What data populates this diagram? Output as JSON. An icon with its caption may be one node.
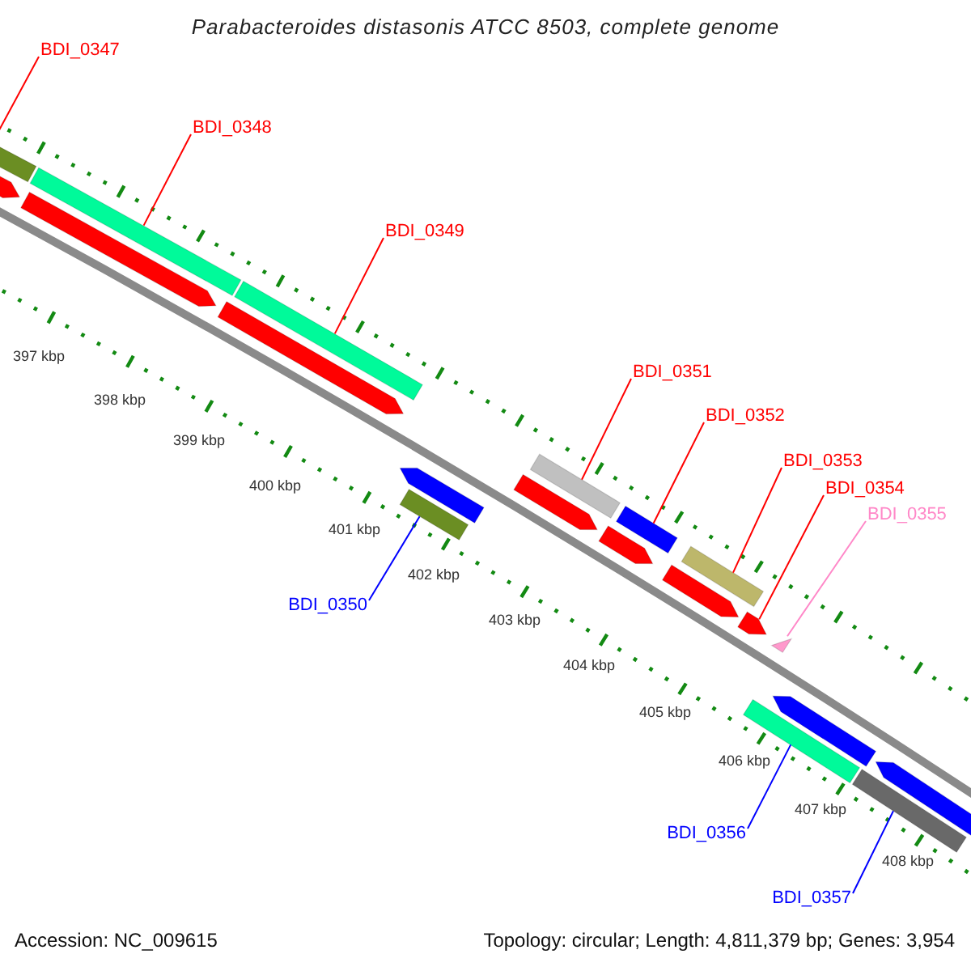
{
  "diagram": {
    "title": "Parabacteroides distasonis ATCC 8503, complete genome",
    "nodes": [
      {
        "text": [
          "BDI_0347"
        ]
      },
      {
        "text": [
          "BDI_0348"
        ]
      },
      {
        "text": [
          "BDI_0349"
        ]
      },
      {
        "text": [
          "BDI_0351"
        ]
      },
      {
        "text": [
          "BDI_0352"
        ]
      },
      {
        "text": [
          "BDI_0353"
        ]
      },
      {
        "text": [
          "BDI_0354"
        ]
      },
      {
        "text": [
          "BDI_0355"
        ]
      },
      {
        "text": [
          "BDI_0350"
        ]
      },
      {
        "text": [
          "BDI_0356"
        ]
      },
      {
        "text": [
          "BDI_0357"
        ]
      },
      {
        "text": [],
        "shape": "bar"
      },
      {
        "text": [],
        "shape": "bar"
      },
      {
        "text": [],
        "shape": "bar"
      },
      {
        "text": [],
        "shape": "bar"
      },
      {
        "text": [],
        "shape": "bar"
      },
      {
        "text": [],
        "shape": "bar"
      },
      {
        "text": [],
        "shape": "bar"
      },
      {
        "text": [],
        "shape": "pentagon"
      },
      {
        "text": [],
        "shape": "triangle"
      },
      {
        "text": [],
        "shape": "bar"
      },
      {
        "text": [],
        "shape": "bar"
      }
    ],
    "edges": [
      {
        "from": 0,
        "to": 11,
        "arrow": "none"
      },
      {
        "from": 1,
        "to": 12,
        "arrow": "none"
      },
      {
        "from": 2,
        "to": 13,
        "arrow": "none"
      },
      {
        "from": 3,
        "to": 15,
        "arrow": "none"
      },
      {
        "from": 4,
        "to": 16,
        "arrow": "none"
      },
      {
        "from": 5,
        "to": 17,
        "arrow": "none"
      },
      {
        "from": 6,
        "to": 18,
        "arrow": "none"
      },
      {
        "from": 7,
        "to": 19,
        "arrow": "none",
        "color": "#ff88c8"
      },
      {
        "from": 8,
        "to": 14,
        "arrow": "none",
        "color": "#0000ff"
      },
      {
        "from": 9,
        "to": 20,
        "arrow": "none",
        "color": "#0000ff"
      },
      {
        "from": 10,
        "to": 21,
        "arrow": "none",
        "color": "#0000ff"
      }
    ],
    "labels": [
      "397 kbp",
      "398 kbp",
      "399 kbp",
      "400 kbp",
      "401 kbp",
      "402 kbp",
      "403 kbp",
      "404 kbp",
      "405 kbp",
      "406 kbp",
      "407 kbp",
      "408 kbp",
      "Accession: NC_009615",
      "Topology: circular; Length: 4,811,379 bp; Genes: 3,954"
    ]
  }
}
